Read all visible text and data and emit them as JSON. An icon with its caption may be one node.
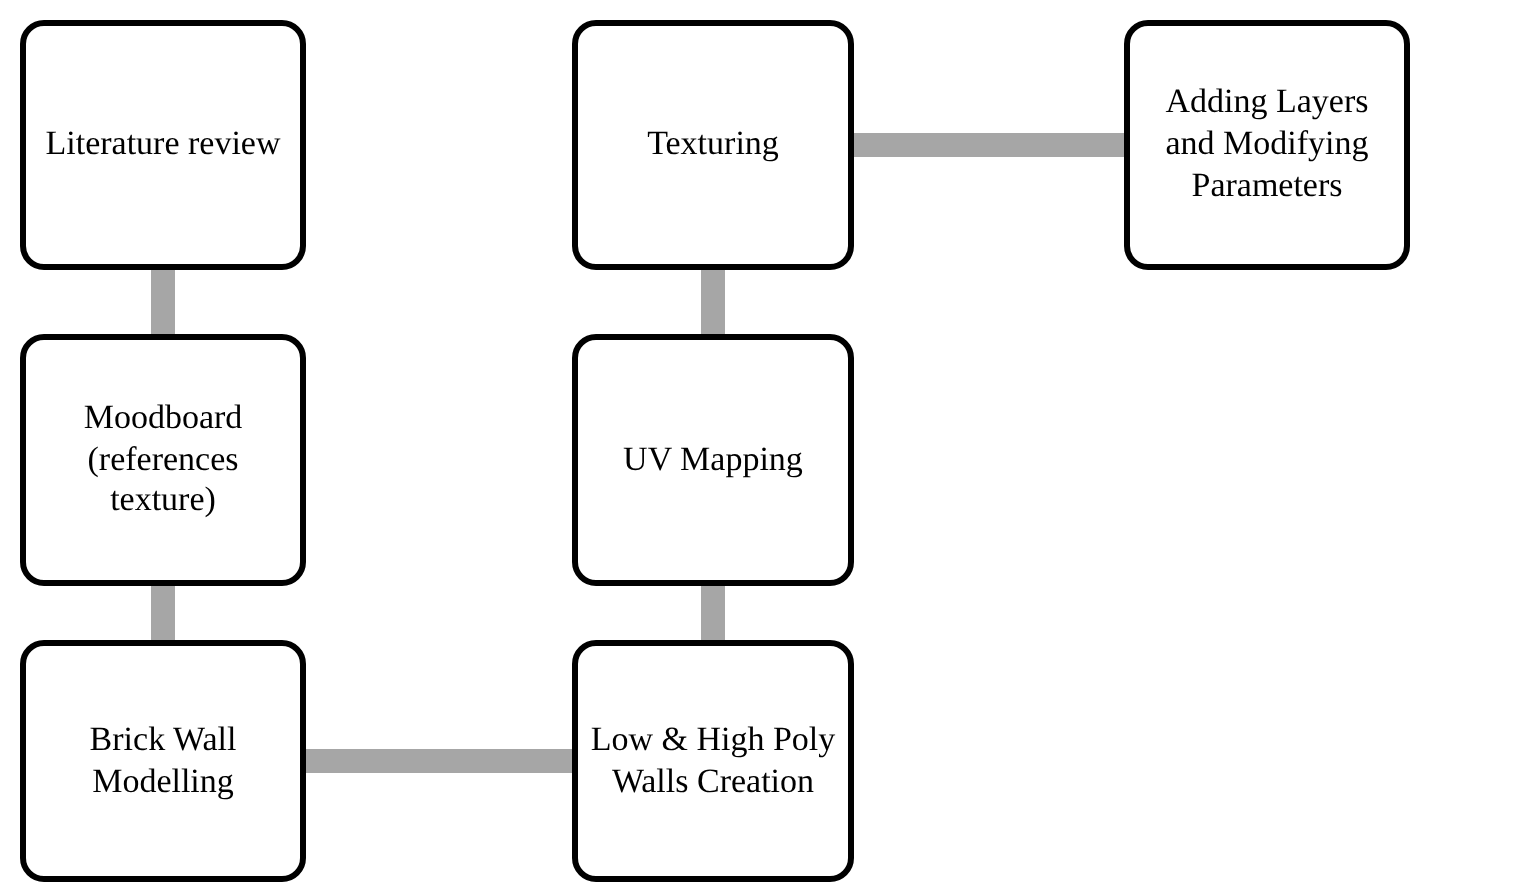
{
  "diagram": {
    "nodes": [
      {
        "text": [
          "Literature review"
        ]
      },
      {
        "text": [
          "Moodboard (references texture)"
        ]
      },
      {
        "text": [
          "Brick Wall Modelling"
        ]
      },
      {
        "text": [
          "Low & High Poly Walls Creation"
        ]
      },
      {
        "text": [
          "UV Mapping"
        ]
      },
      {
        "text": [
          "Texturing"
        ]
      },
      {
        "text": [
          "Adding Layers and Modifying Parameters"
        ]
      }
    ],
    "edges": [
      {
        "from": 0,
        "to": 1,
        "arrow": "none"
      },
      {
        "from": 1,
        "to": 2,
        "arrow": "none"
      },
      {
        "from": 2,
        "to": 3,
        "arrow": "none"
      },
      {
        "from": 3,
        "to": 4,
        "arrow": "none"
      },
      {
        "from": 4,
        "to": 5,
        "arrow": "none"
      },
      {
        "from": 5,
        "to": 6,
        "arrow": "none"
      }
    ]
  }
}
